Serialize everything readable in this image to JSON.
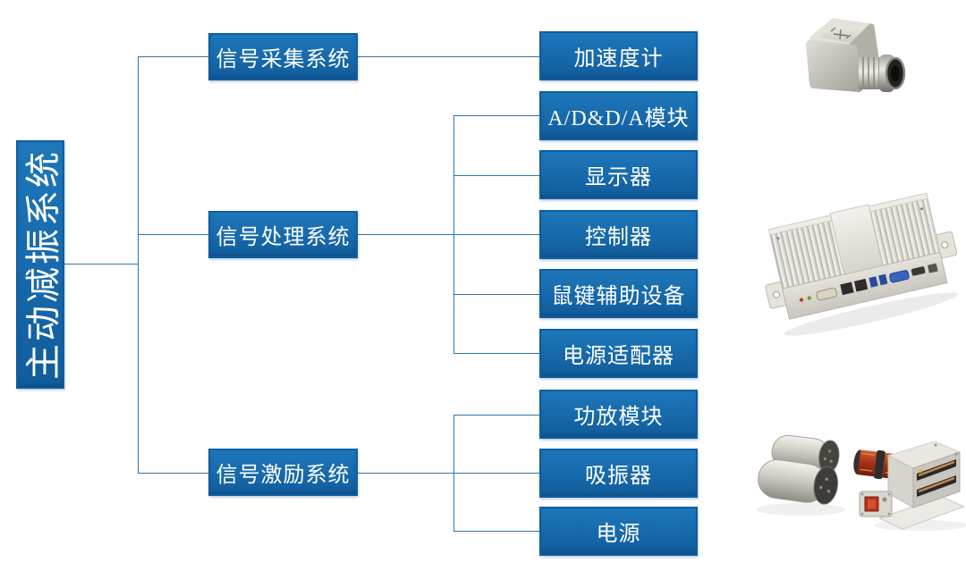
{
  "diagram": {
    "root": {
      "label": "主动减振系统"
    },
    "branches": [
      {
        "label": "信号采集系统",
        "children": [
          {
            "label": "加速度计"
          }
        ]
      },
      {
        "label": "信号处理系统",
        "children": [
          {
            "label": "A/D&D/A模块"
          },
          {
            "label": "显示器"
          },
          {
            "label": "控制器"
          },
          {
            "label": "鼠键辅助设备"
          },
          {
            "label": "电源适配器"
          }
        ]
      },
      {
        "label": "信号激励系统",
        "children": [
          {
            "label": "功放模块"
          },
          {
            "label": "吸振器"
          },
          {
            "label": "电源"
          }
        ]
      }
    ]
  },
  "images": [
    {
      "name": "accelerometer-photo"
    },
    {
      "name": "embedded-controller-photo"
    },
    {
      "name": "actuators-absorbers-photo"
    }
  ],
  "colors": {
    "node_fill": "#1769AB",
    "node_fill_light": "#1D77B9",
    "node_border": "#0E5EA2",
    "connector_line": "#2E75B6",
    "node_text": "#FFFFFF",
    "background": "#FFFFFF"
  }
}
